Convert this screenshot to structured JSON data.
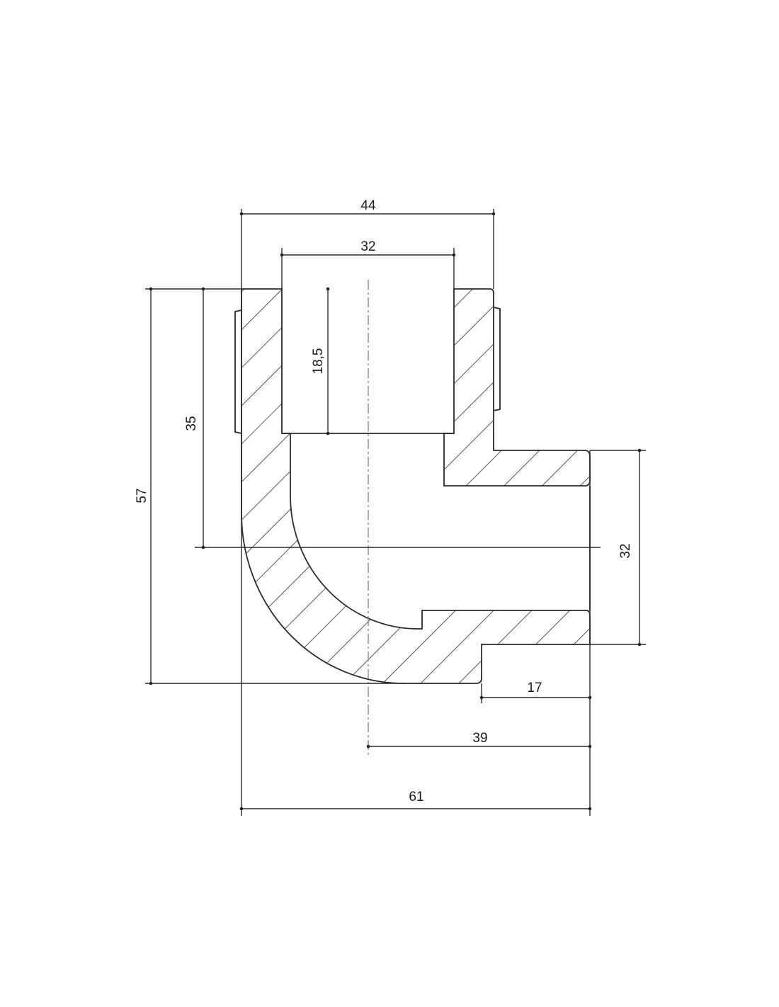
{
  "drawing": {
    "title": "Elbow fitting cross-section",
    "line_color": "#2a2a2a",
    "dimensions": {
      "top_outer_width": "44",
      "top_inner_width": "32",
      "socket_depth": "18,5",
      "overall_height": "57",
      "center_height": "35",
      "side_outer_height": "32",
      "side_thread_length": "17",
      "center_to_side_end": "39",
      "overall_width": "61"
    }
  }
}
